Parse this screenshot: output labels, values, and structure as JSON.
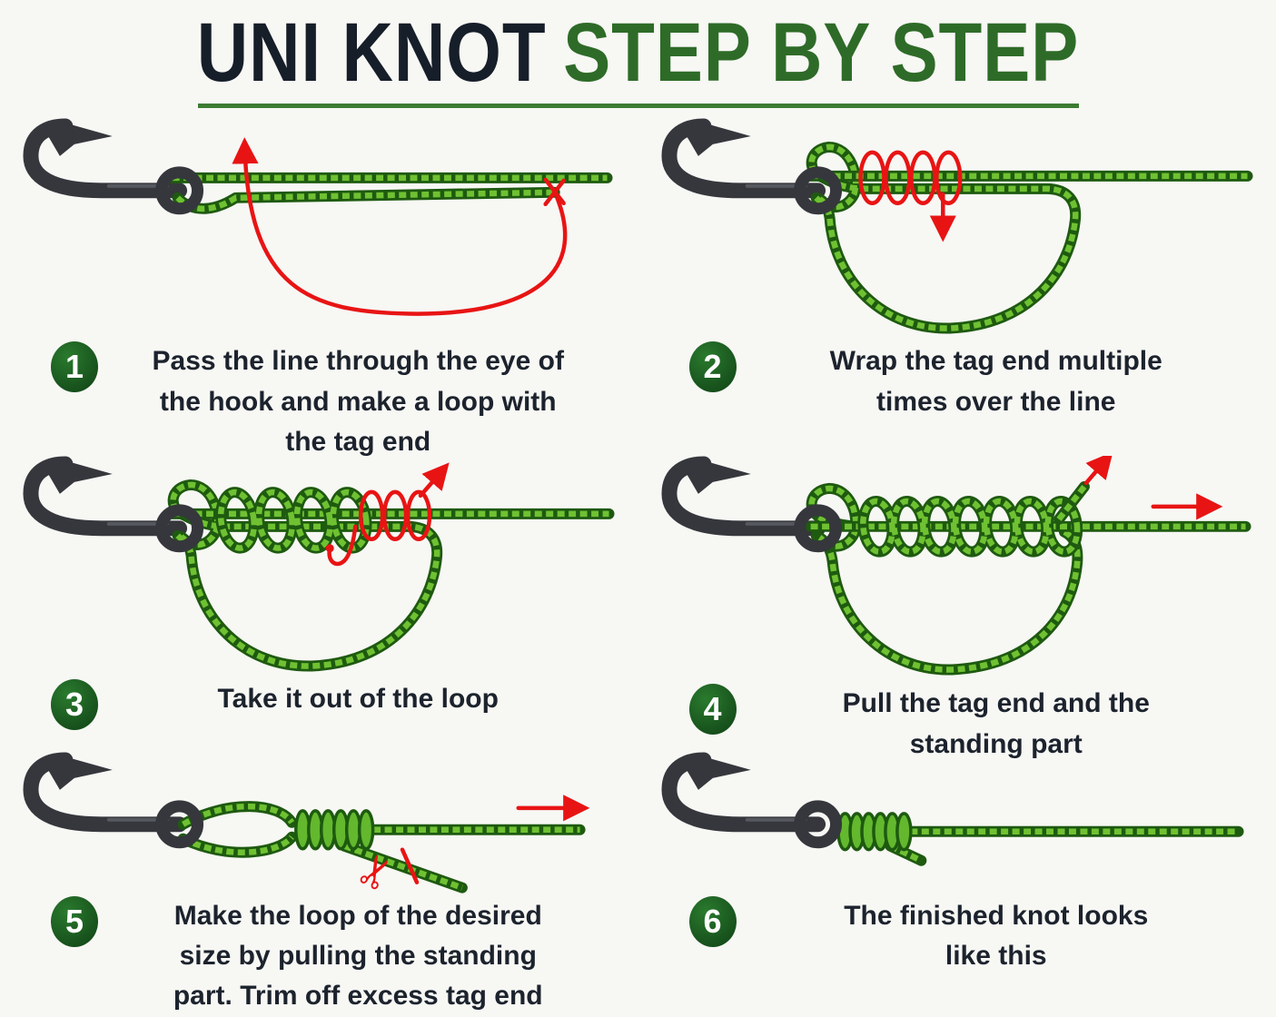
{
  "title": {
    "part1": "UNI KNOT",
    "part2": "STEP BY STEP"
  },
  "steps": [
    {
      "num": "1",
      "text": "Pass the line through the eye of the hook and make a loop with the tag end"
    },
    {
      "num": "2",
      "text": "Wrap the tag end multiple times over the line"
    },
    {
      "num": "3",
      "text": "Take it out of the loop"
    },
    {
      "num": "4",
      "text": "Pull the tag end and the standing part"
    },
    {
      "num": "5",
      "text": "Make the loop of the desired size by pulling the standing part. Trim off excess tag end"
    },
    {
      "num": "6",
      "text": "The finished knot looks like this"
    }
  ],
  "icons": {
    "scissors_glyph": "✂"
  },
  "colors": {
    "title_navy": "#161e29",
    "title_green": "#2e6b28",
    "rule_green": "#3c7c33",
    "badge_green": "#1b5a20",
    "line_green_dark": "#1e5a10",
    "line_green_bright": "#6fc132",
    "hook_gray": "#35373c",
    "arrow_red": "#e81414",
    "text_dark": "#1c232d",
    "background": "#f7f7f4"
  }
}
